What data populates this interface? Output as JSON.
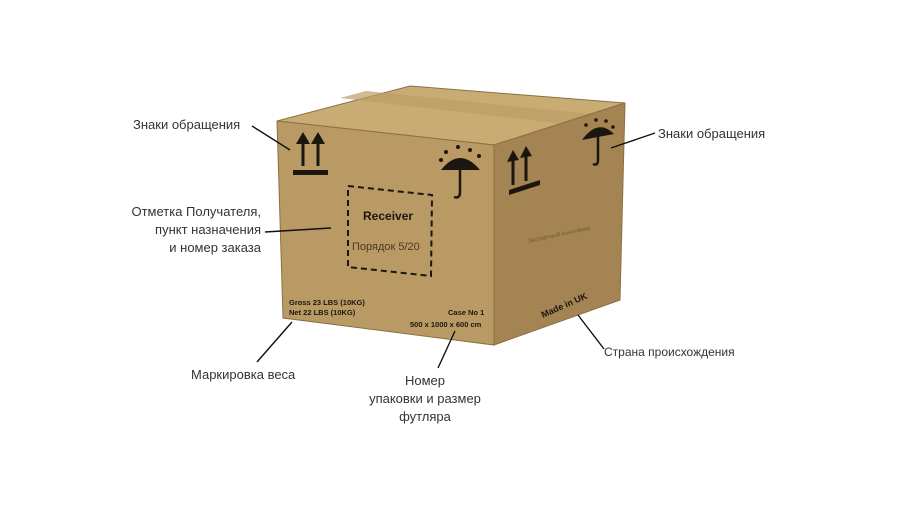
{
  "labels": {
    "handling_left": "Знаки обращения",
    "handling_right": "Знаки обращения",
    "receiver_mark": [
      "Отметка Получателя,",
      "пункт назначения",
      "и номер заказа"
    ],
    "weight_mark": "Маркировка веса",
    "case_number": [
      "Номер",
      "упаковки и размер",
      "футляра"
    ],
    "origin_country": "Страна происхождения"
  },
  "box": {
    "receiver_title": "Receiver",
    "order_text": "Порядок 5/20",
    "gross_weight": "Gross 23 LBS (10KG)",
    "net_weight": "Net 22 LBS (10KG)",
    "case_no": "Case No 1",
    "case_size": "500 x 1000 x 600 cm",
    "made_in": "Made in UK",
    "side_text": "Экспортный контейнер"
  },
  "colors": {
    "front_face": "#b99a64",
    "side_face": "#a48452",
    "top_face": "#c9ab74",
    "ink": "#1c1610",
    "leader": "#111111"
  }
}
